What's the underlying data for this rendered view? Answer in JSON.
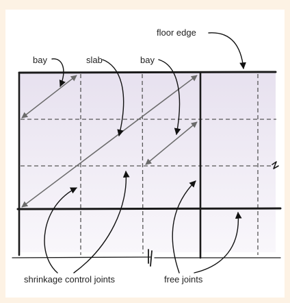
{
  "labels": {
    "floor_edge": "floor edge",
    "bay_left": "bay",
    "slab": "slab",
    "bay_right": "bay",
    "shrinkage_control_joints": "shrinkage control joints",
    "free_joints": "free joints"
  },
  "colors": {
    "page_background": "#fdf2e4",
    "slab_fill_top": "#e9e3f0",
    "slab_fill_bottom": "#f8f5fb",
    "line": "#1a1a1a"
  }
}
